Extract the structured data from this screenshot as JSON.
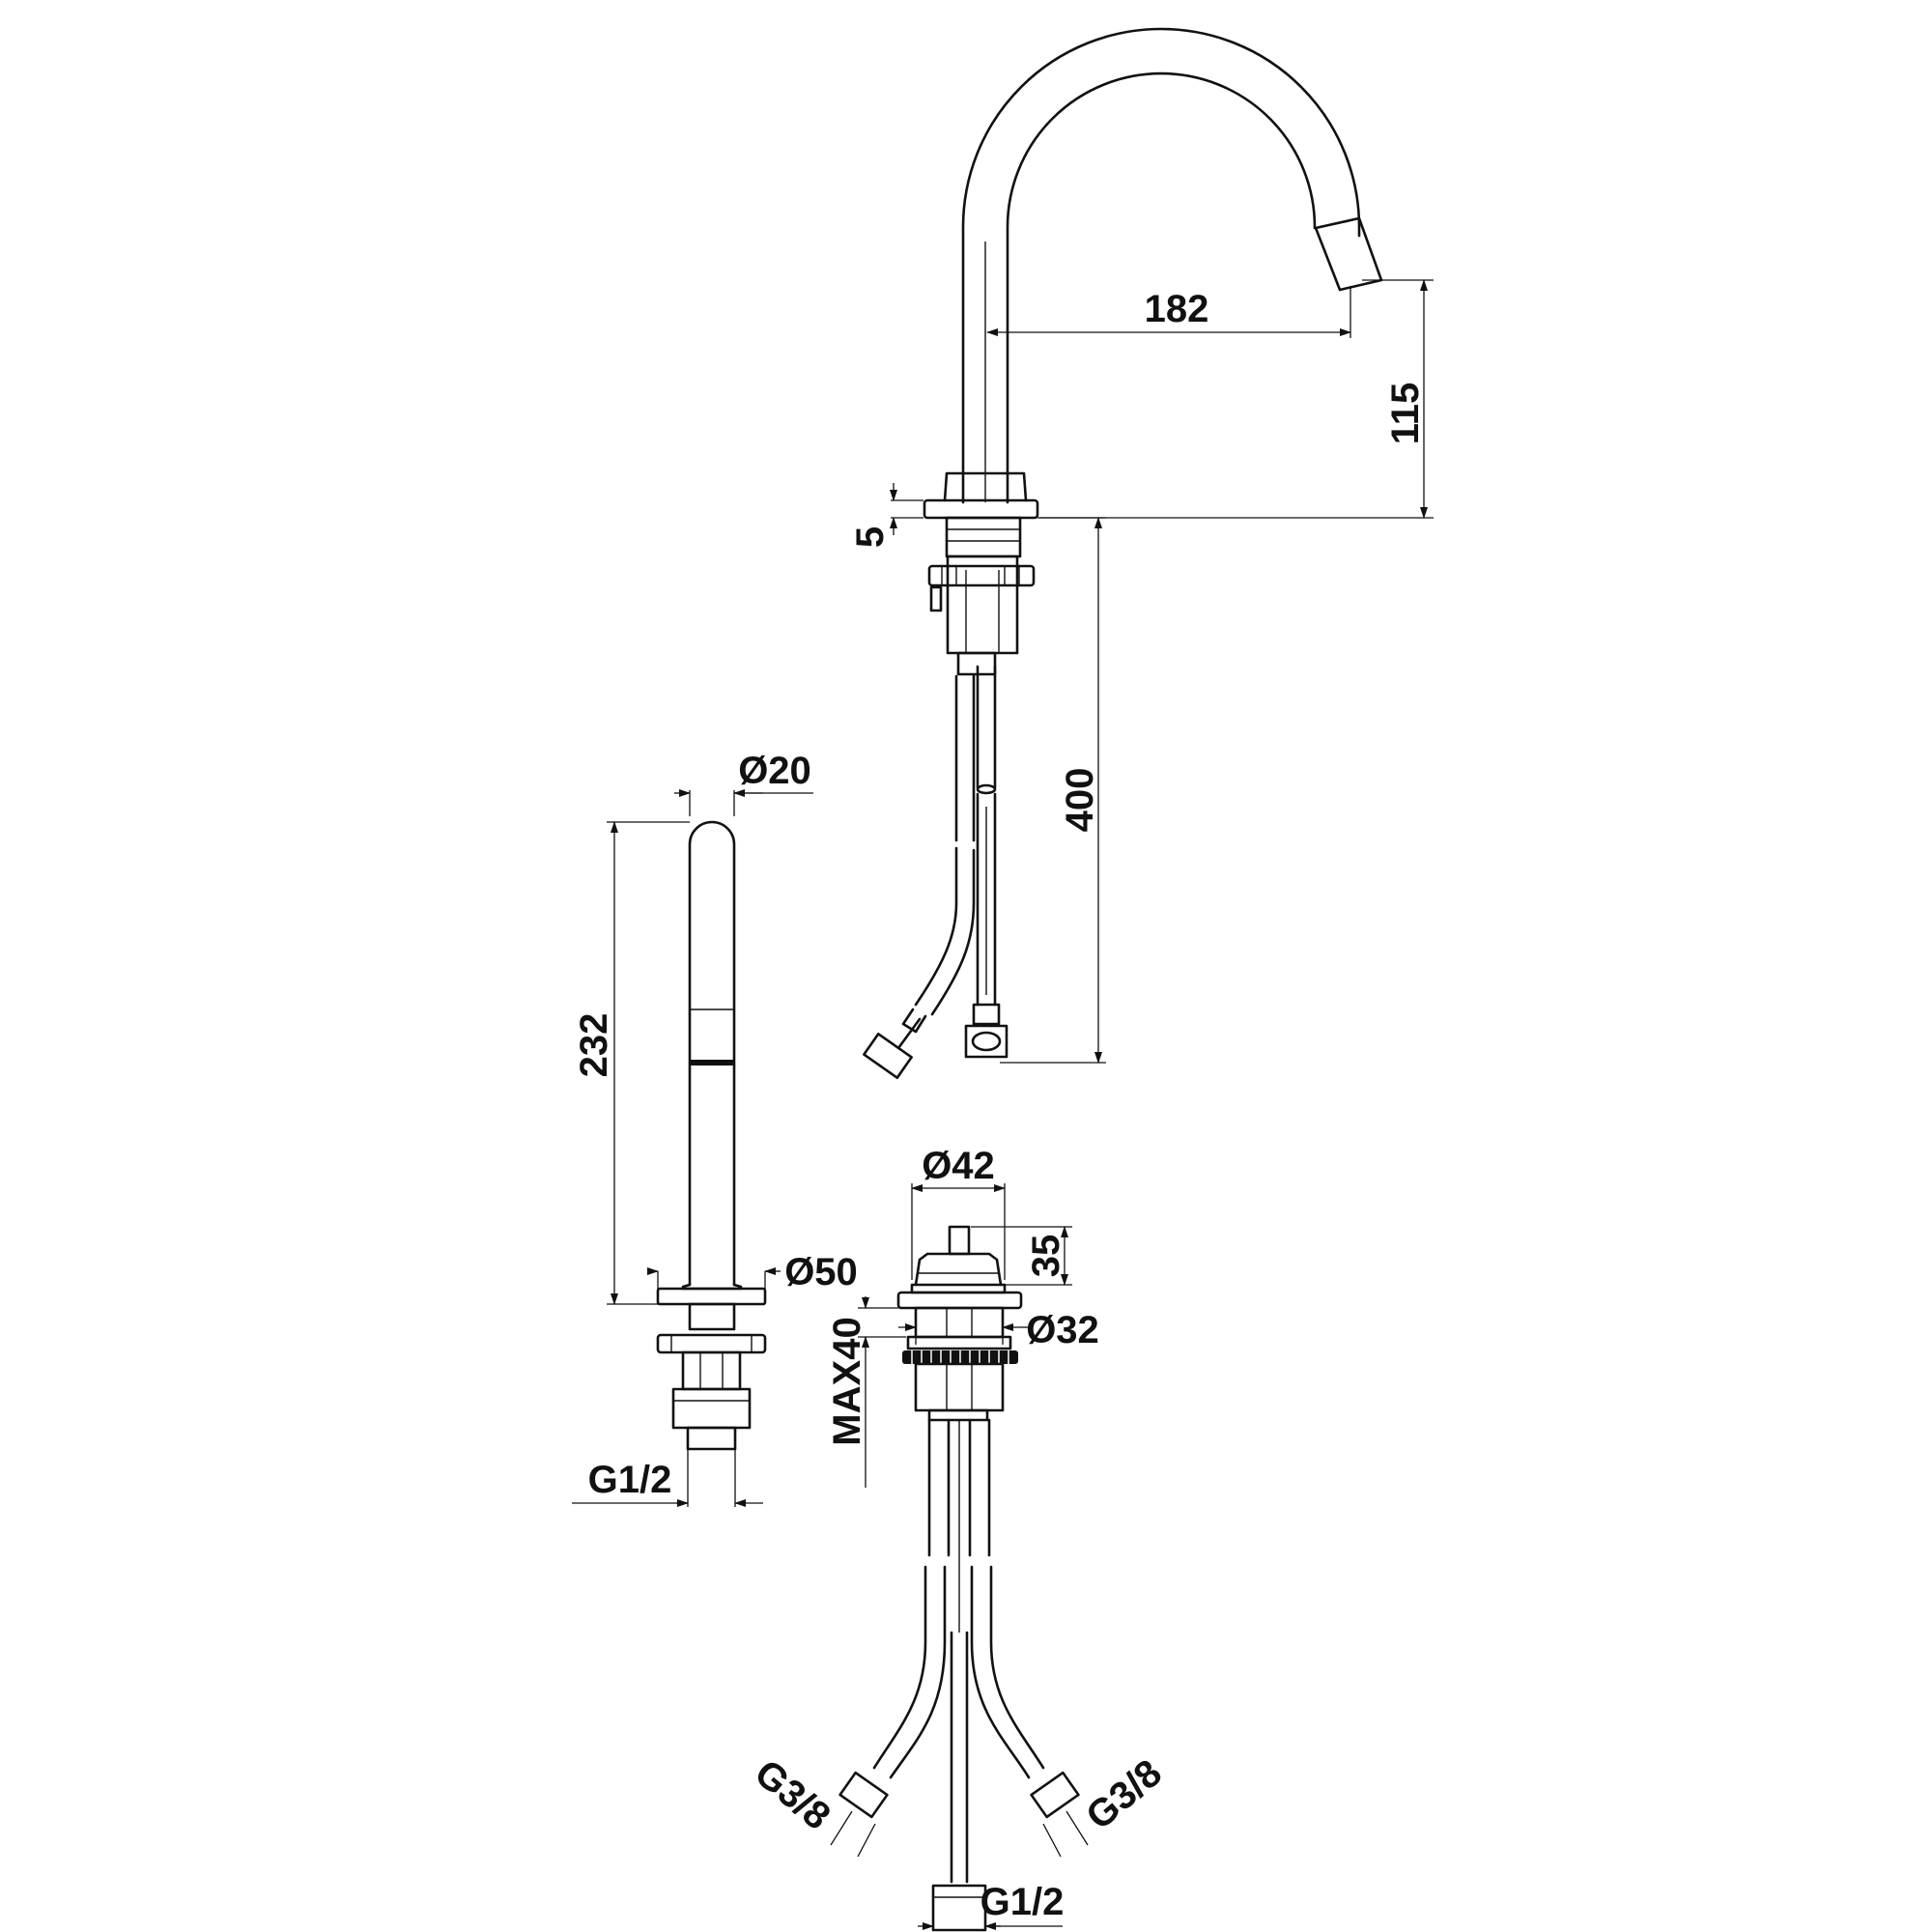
{
  "dimensions": {
    "spout_reach": "182",
    "spout_height": "115",
    "deck_plate_thickness": "5",
    "hose_length": "400",
    "handle_diameter": "Ø20",
    "handle_height": "232",
    "handle_base_diameter": "Ø50",
    "handle_connection": "G1/2",
    "valve_diameter": "Ø42",
    "valve_spindle": "35",
    "valve_shank_diameter": "Ø32",
    "max_deck_thickness": "MAX40",
    "hose_thread_left": "G3/8",
    "hose_thread_right": "G3/8",
    "inlet_connection": "G1/2"
  },
  "colors": {
    "line": "#111111",
    "background": "#ffffff"
  }
}
